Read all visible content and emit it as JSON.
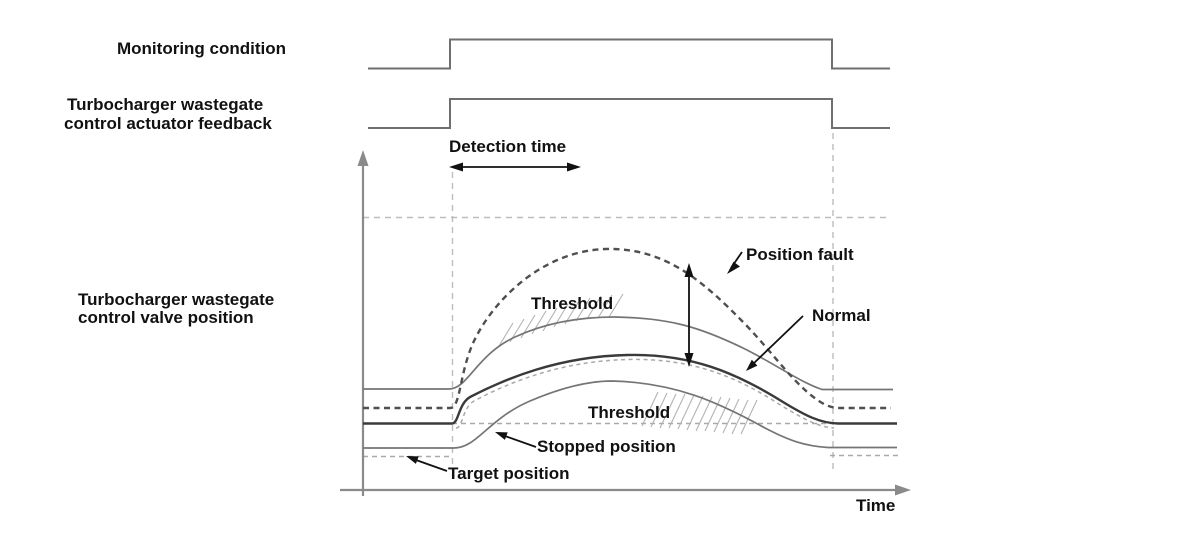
{
  "labels": {
    "monitoring_condition": "Monitoring condition",
    "actuator_feedback": [
      "Turbocharger wastegate",
      "control actuator feedback"
    ],
    "valve_position": [
      "Turbocharger wastegate",
      "control valve position"
    ],
    "detection_time": "Detection time",
    "position_fault": "Position fault",
    "normal": "Normal",
    "threshold_upper": "Threshold",
    "threshold_lower": "Threshold",
    "stopped_position": "Stopped position",
    "target_position": "Target position",
    "time_axis": "Time"
  },
  "colors": {
    "text": "#111111",
    "pulse": "#6f6f6f",
    "axis": "#8a8a8a",
    "normal_curve": "#3a3a3a",
    "fault_curve": "#4f4f4f",
    "threshold_curve": "#757575",
    "guide_dash": "#bcbcbc",
    "reference_dash": "#a9a9a9",
    "hatch": "#b3b3b3"
  },
  "figure": {
    "type": "timing-diagram",
    "x_axis_label": "Time",
    "traces": [
      {
        "name": "Monitoring condition",
        "style": "solid step pulse, high while monitoring active"
      },
      {
        "name": "Turbocharger wastegate control actuator feedback",
        "style": "solid step pulse, high while actuator commanded"
      },
      {
        "name": "Position fault",
        "style": "bold dashed hump curve, exceeds upper threshold"
      },
      {
        "name": "Threshold (upper)",
        "style": "thin solid hump curve with hatching above"
      },
      {
        "name": "Normal",
        "style": "bold solid hump curve tracking target"
      },
      {
        "name": "Threshold (lower)",
        "style": "thin solid hump curve with hatching below"
      },
      {
        "name": "Stopped position",
        "style": "gray dashed horizontal reference line"
      },
      {
        "name": "Target position",
        "style": "gray dashed reference line following commanded position"
      }
    ],
    "annotations": [
      "Detection time span arrow between monitoring rise and fall window start",
      "Vertical double arrow showing fault deviation between Position fault curve and Normal curve"
    ]
  }
}
